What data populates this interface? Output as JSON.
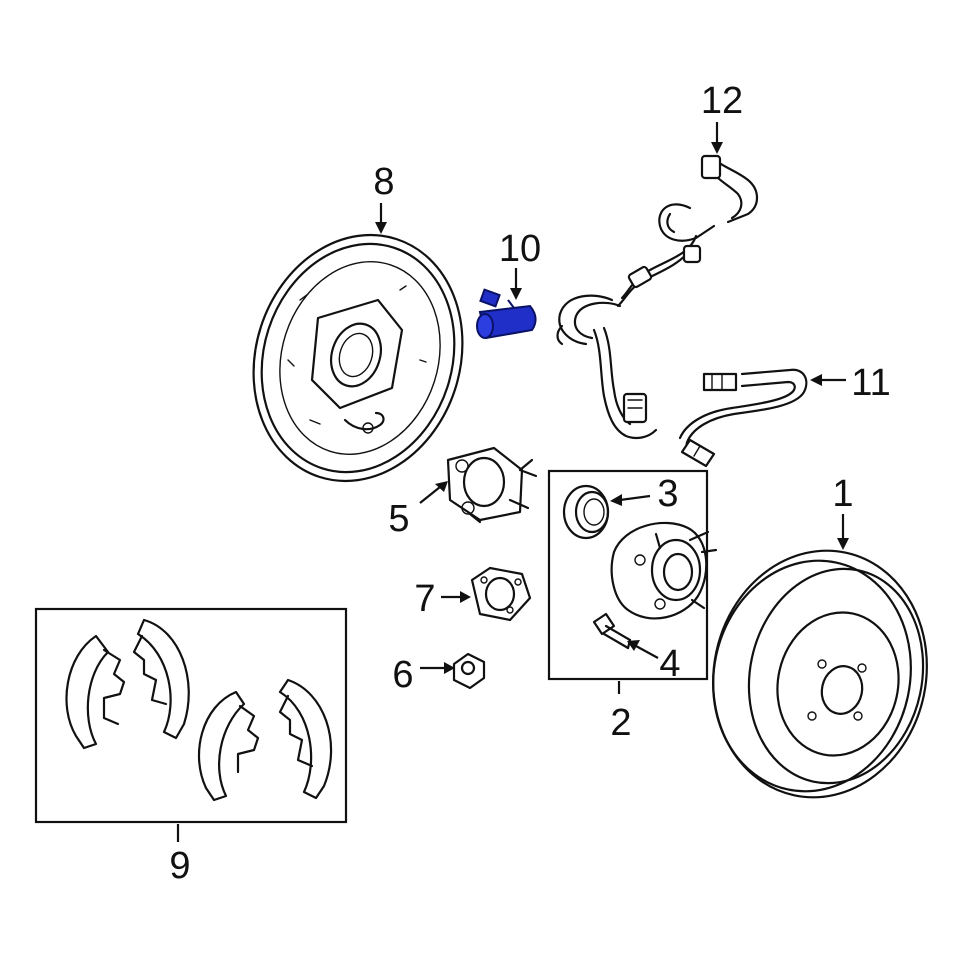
{
  "callouts": {
    "c1": "1",
    "c2": "2",
    "c3": "3",
    "c4": "4",
    "c5": "5",
    "c6": "6",
    "c7": "7",
    "c8": "8",
    "c9": "9",
    "c10": "10",
    "c11": "11",
    "c12": "12"
  },
  "colors": {
    "highlight": "#1f2fc8",
    "line": "#111111",
    "background": "#ffffff"
  }
}
